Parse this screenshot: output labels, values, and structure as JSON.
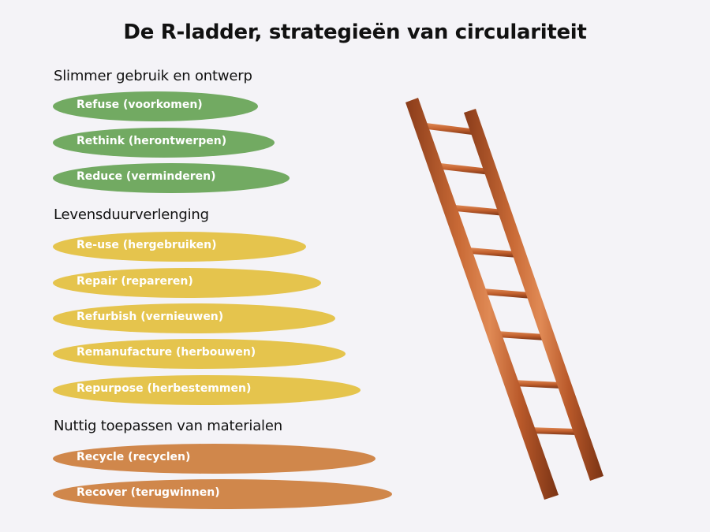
{
  "title": "De R-ladder, strategieën van circulariteit",
  "colors": {
    "background": "#f4f3f7",
    "green": "#72aa62",
    "yellow": "#e5c44d",
    "orange": "#d0874b",
    "ladder_wood": "#b9592a",
    "ladder_wood_light": "#d77a45",
    "ladder_wood_dark": "#8a3c1a"
  },
  "sections": [
    {
      "label": "Slimmer gebruik en ontwerp",
      "color": "green",
      "items": [
        {
          "label": "Refuse (voorkomen)"
        },
        {
          "label": "Rethink (herontwerpen)"
        },
        {
          "label": "Reduce (verminderen)"
        }
      ]
    },
    {
      "label": "Levensduurverlenging",
      "color": "yellow",
      "items": [
        {
          "label": "Re-use (hergebruiken)"
        },
        {
          "label": "Repair (repareren)"
        },
        {
          "label": "Refurbish (vernieuwen)"
        },
        {
          "label": "Remanufacture (herbouwen)"
        },
        {
          "label": "Repurpose (herbestemmen)"
        }
      ]
    },
    {
      "label": "Nuttig toepassen van materialen",
      "color": "orange",
      "items": [
        {
          "label": "Recycle (recyclen)"
        },
        {
          "label": "Recover (terugwinnen)"
        }
      ]
    }
  ],
  "illustration": {
    "icon": "ladder-icon",
    "rungs": 8
  }
}
